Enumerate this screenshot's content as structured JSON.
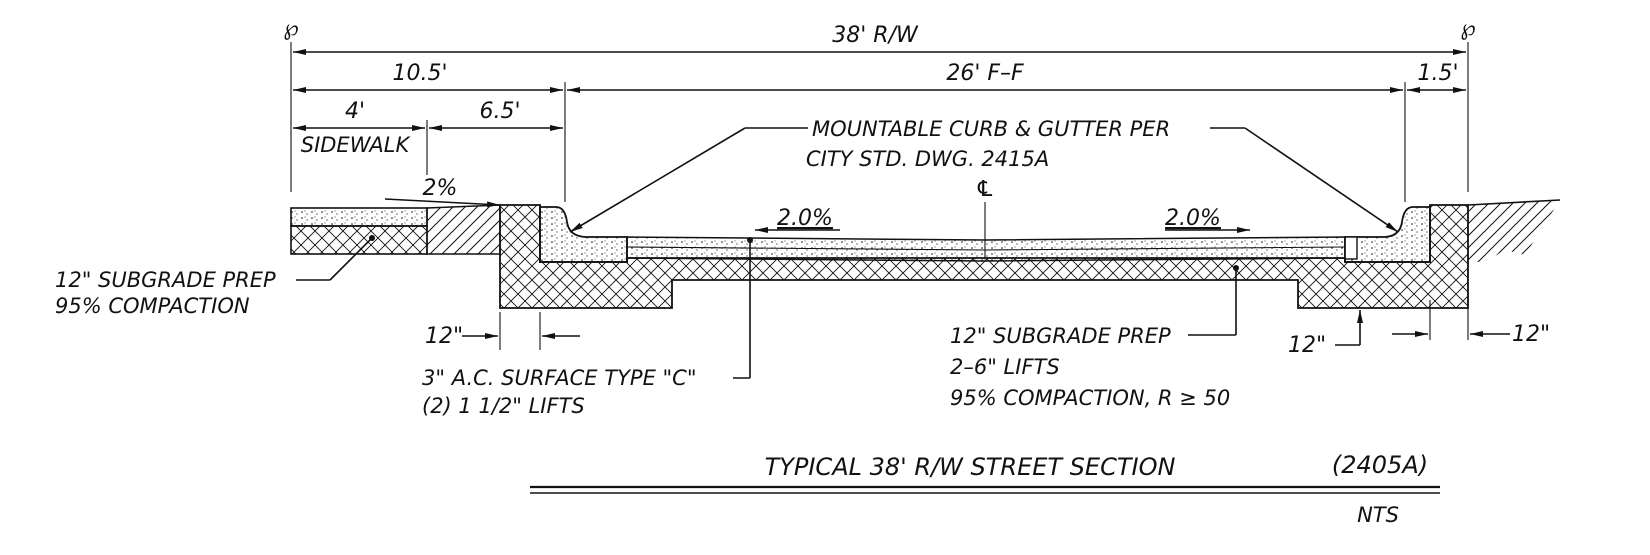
{
  "property_line_symbol": "℘",
  "centerline_symbol": "℄",
  "dimensions": {
    "total_row": "38' R/W",
    "left_width": "10.5'",
    "face_to_face": "26' F–F",
    "right_width": "1.5'",
    "sidewalk_width": "4'",
    "planting_width": "6.5'",
    "sidewalk_label": "SIDEWALK"
  },
  "slopes": {
    "sidewalk": "2%",
    "road_left": "2.0%",
    "road_right": "2.0%"
  },
  "callouts": {
    "curb_line1": "MOUNTABLE  CURB & GUTTER PER",
    "curb_line2": "CITY STD. DWG. 2415A",
    "subgrade_left_line1": "12\" SUBGRADE PREP",
    "subgrade_left_line2": "95% COMPACTION",
    "offset_left": "12\"",
    "ac_line1": "3\" A.C. SURFACE TYPE \"C\"",
    "ac_line2": "(2) 1 1/2\" LIFTS",
    "subgrade_road_line1": "12\" SUBGRADE PREP",
    "subgrade_road_line2": "2–6\" LIFTS",
    "subgrade_road_line3": "95% COMPACTION, R ≥ 50",
    "offset_right_a": "12\"",
    "offset_right_b": "12\""
  },
  "title_block": {
    "title": "TYPICAL 38' R/W STREET SECTION",
    "code": "(2405A)",
    "scale": "NTS"
  }
}
